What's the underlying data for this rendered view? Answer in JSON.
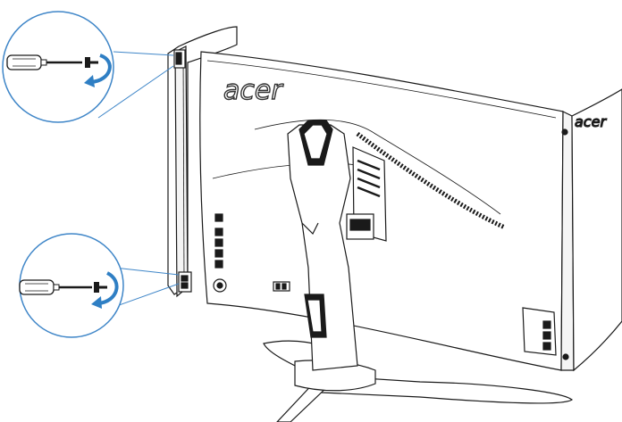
{
  "diagram": {
    "brand_logo_main": "acer",
    "brand_logo_side": "acer",
    "callouts": [
      {
        "name": "top-screw-callout",
        "tool": "screwdriver-icon",
        "action": "rotate-counterclockwise-arrow-icon"
      },
      {
        "name": "bottom-screw-callout",
        "tool": "screwdriver-icon",
        "action": "rotate-counterclockwise-arrow-icon"
      }
    ],
    "colors": {
      "line": "#1a1a1a",
      "callout_circle": "#3f86c8",
      "arrow": "#2f7fc4",
      "screwdriver_handle": "#ffffff"
    }
  }
}
